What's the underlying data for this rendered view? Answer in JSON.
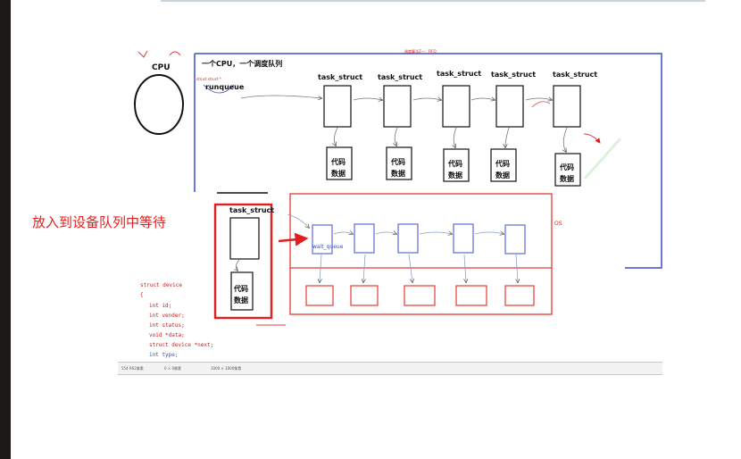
{
  "slide": {
    "cpu_label": "CPU",
    "cpu_queue_title": "一个CPU，一个调度队列",
    "runqueue_label": "runqueue",
    "runqueue_note": "struct struct *",
    "top_note": "调度算法Z一：FIFO",
    "task_labels": [
      "task_struct",
      "task_struct",
      "task_struct",
      "task_struct",
      "task_struct"
    ],
    "code_data_label": [
      "代码",
      "数据"
    ],
    "wait_label": "放入到设备队列中等待",
    "waiting_task_label": "task_struct",
    "wait_queue_label": "wait_queue",
    "os_label": "OS",
    "struct_code": [
      "struct device",
      "{",
      "int id;",
      "int vender;",
      "int status;",
      "void *data;",
      "struct device *next;",
      "int type;"
    ]
  },
  "status_bar": {
    "items": [
      "554 R62像素",
      "0 × 0像素",
      "1000 × 1000像素"
    ]
  },
  "colors": {
    "accent_red": "#e53935",
    "queue_blue": "#5c6bd6",
    "box_blue": "#3b4ccf"
  }
}
